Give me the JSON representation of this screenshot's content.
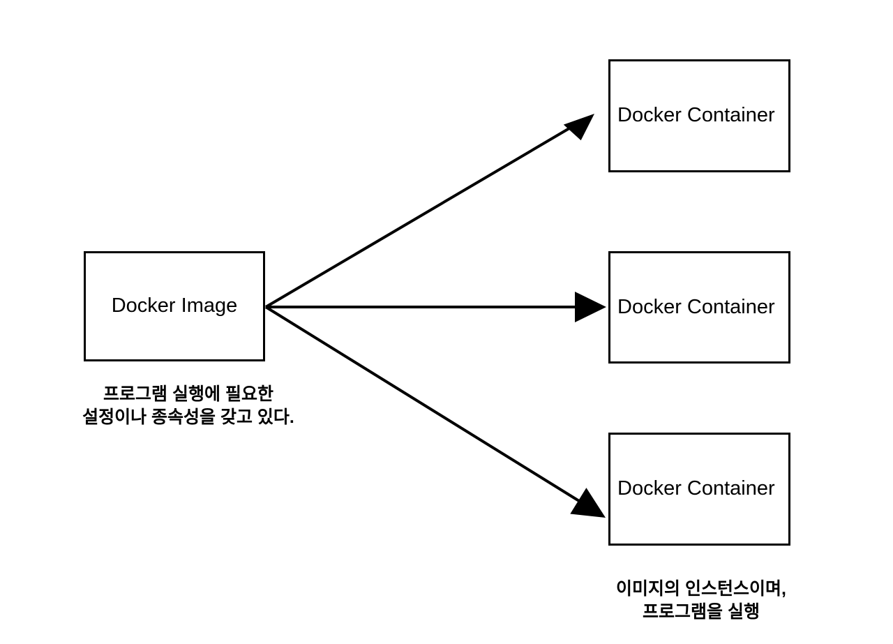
{
  "diagram": {
    "title": "Docker Image and Docker Containers relationship diagram",
    "background_color": "#ffffff",
    "stroke_color": "#000000",
    "source_node": {
      "label": "Docker Image",
      "caption": "프로그램 실행에 필요한\n설정이나 종속성을 갖고 있다."
    },
    "target_nodes": [
      {
        "label": "Docker Container"
      },
      {
        "label": "Docker Container"
      },
      {
        "label": "Docker Container"
      }
    ],
    "target_caption": "이미지의 인스턴스이며,\n프로그램을 실행",
    "edges": [
      {
        "from": "Docker Image",
        "to": "Docker Container",
        "arrowhead": "filled-triangle"
      },
      {
        "from": "Docker Image",
        "to": "Docker Container",
        "arrowhead": "filled-triangle"
      },
      {
        "from": "Docker Image",
        "to": "Docker Container",
        "arrowhead": "filled-triangle"
      }
    ]
  }
}
